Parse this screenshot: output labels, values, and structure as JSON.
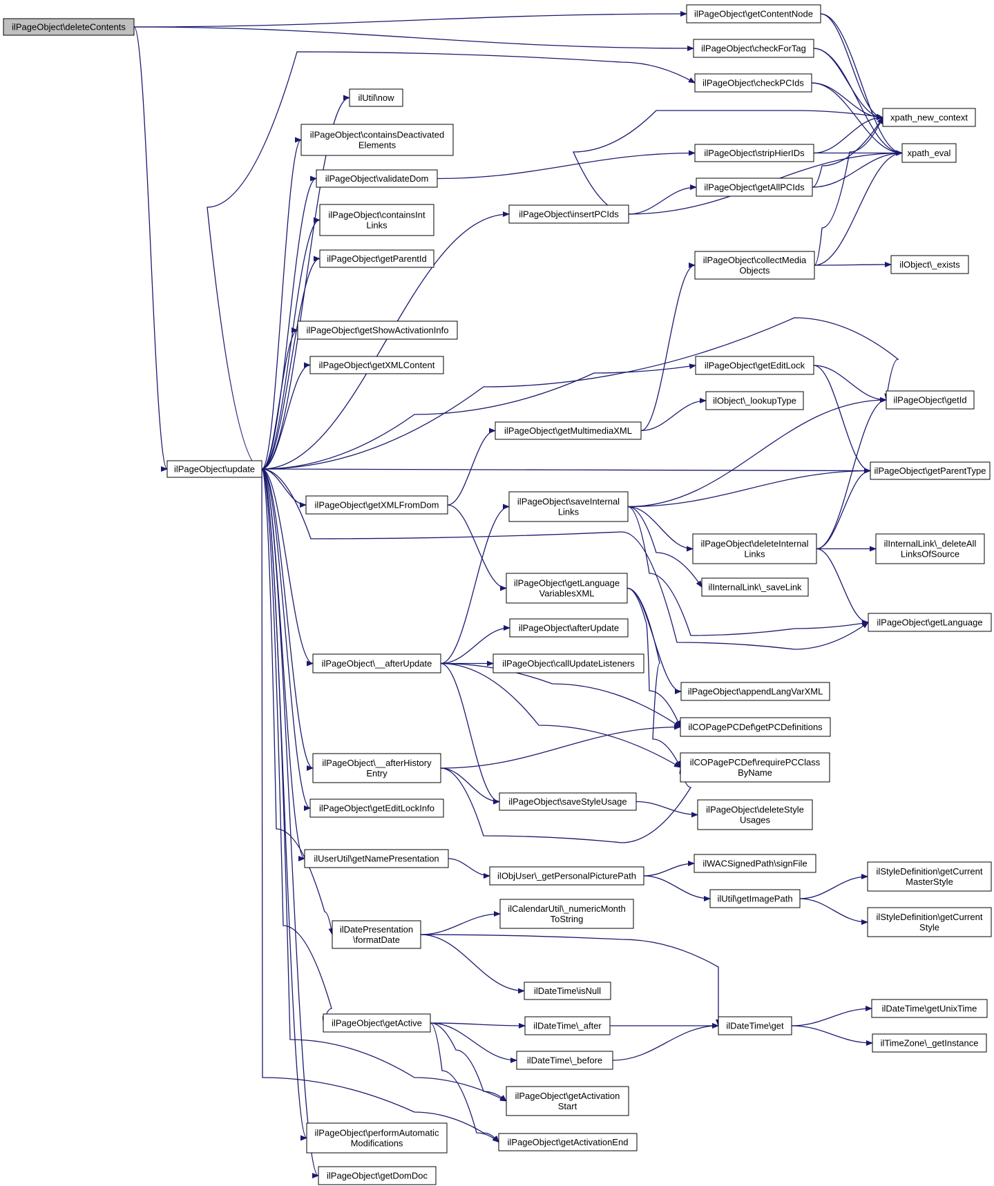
{
  "graph": {
    "edge_color": "#191970",
    "root_fill": "#bfbfbf",
    "node_fill": "#ffffff",
    "nodes": {
      "deleteContents": [
        "ilPageObject\\deleteContents"
      ],
      "update": [
        "ilPageObject\\update"
      ],
      "getContentNode": [
        "ilPageObject\\getContentNode"
      ],
      "checkForTag": [
        "ilPageObject\\checkForTag"
      ],
      "checkPCIds": [
        "ilPageObject\\checkPCIds"
      ],
      "now": [
        "ilUtil\\now"
      ],
      "containsDeactivated": [
        "ilPageObject\\containsDeactivated",
        "Elements"
      ],
      "validateDom": [
        "ilPageObject\\validateDom"
      ],
      "containsInt": [
        "ilPageObject\\containsInt",
        "Links"
      ],
      "getParentId": [
        "ilPageObject\\getParentId"
      ],
      "getShowActivationInfo": [
        "ilPageObject\\getShowActivationInfo"
      ],
      "getXMLContent": [
        "ilPageObject\\getXMLContent"
      ],
      "getXMLFromDom": [
        "ilPageObject\\getXMLFromDom"
      ],
      "afterUpdate": [
        "ilPageObject\\__afterUpdate"
      ],
      "afterHistory": [
        "ilPageObject\\__afterHistory",
        "Entry"
      ],
      "getEditLockInfo": [
        "ilPageObject\\getEditLockInfo"
      ],
      "getNamePresentation": [
        "ilUserUtil\\getNamePresentation"
      ],
      "formatDate": [
        "ilDatePresentation",
        "\\formatDate"
      ],
      "getActive": [
        "ilPageObject\\getActive"
      ],
      "performAuto": [
        "ilPageObject\\performAutomatic",
        "Modifications"
      ],
      "getDomDoc": [
        "ilPageObject\\getDomDoc"
      ],
      "insertPCIds": [
        "ilPageObject\\insertPCIds"
      ],
      "getMultimediaXML": [
        "ilPageObject\\getMultimediaXML"
      ],
      "saveInternalLinks": [
        "ilPageObject\\saveInternal",
        "Links"
      ],
      "getLangVarsXML": [
        "ilPageObject\\getLanguage",
        "VariablesXML"
      ],
      "afterUpdatePub": [
        "ilPageObject\\afterUpdate"
      ],
      "callUpdateListeners": [
        "ilPageObject\\callUpdateListeners"
      ],
      "saveStyleUsage": [
        "ilPageObject\\saveStyleUsage"
      ],
      "getPersonalPicturePath": [
        "ilObjUser\\_getPersonalPicturePath"
      ],
      "numericMonth": [
        "ilCalendarUtil\\_numericMonth",
        "ToString"
      ],
      "isNull": [
        "ilDateTime\\isNull"
      ],
      "after": [
        "ilDateTime\\_after"
      ],
      "before": [
        "ilDateTime\\_before"
      ],
      "getActivationStart": [
        "ilPageObject\\getActivation",
        "Start"
      ],
      "getActivationEnd": [
        "ilPageObject\\getActivationEnd"
      ],
      "stripHierIDs": [
        "ilPageObject\\stripHierIDs"
      ],
      "getAllPCIds": [
        "ilPageObject\\getAllPCIds"
      ],
      "collectMedia": [
        "ilPageObject\\collectMedia",
        "Objects"
      ],
      "getEditLock": [
        "ilPageObject\\getEditLock"
      ],
      "lookupType": [
        "ilObject\\_lookupType"
      ],
      "deleteInternalLinks": [
        "ilPageObject\\deleteInternal",
        "Links"
      ],
      "saveLink": [
        "ilInternalLink\\_saveLink"
      ],
      "appendLangVarXML": [
        "ilPageObject\\appendLangVarXML"
      ],
      "getPCDefinitions": [
        "ilCOPagePCDef\\getPCDefinitions"
      ],
      "requirePCClass": [
        "ilCOPagePCDef\\requirePCClass",
        "ByName"
      ],
      "deleteStyleUsages": [
        "ilPageObject\\deleteStyle",
        "Usages"
      ],
      "signFile": [
        "ilWACSignedPath\\signFile"
      ],
      "getImagePath": [
        "ilUtil\\getImagePath"
      ],
      "dtGet": [
        "ilDateTime\\get"
      ],
      "xpathNewContext": [
        "xpath_new_context"
      ],
      "xpathEval": [
        "xpath_eval"
      ],
      "exists": [
        "ilObject\\_exists"
      ],
      "getId": [
        "ilPageObject\\getId"
      ],
      "getParentType": [
        "ilPageObject\\getParentType"
      ],
      "deleteAllLinks": [
        "ilInternalLink\\_deleteAll",
        "LinksOfSource"
      ],
      "getLanguage": [
        "ilPageObject\\getLanguage"
      ],
      "currentMasterStyle": [
        "ilStyleDefinition\\getCurrent",
        "MasterStyle"
      ],
      "currentStyle": [
        "ilStyleDefinition\\getCurrent",
        "Style"
      ],
      "getUnixTime": [
        "ilDateTime\\getUnixTime"
      ],
      "getInstance": [
        "ilTimeZone\\_getInstance"
      ]
    },
    "edges": [
      [
        "deleteContents",
        "getContentNode"
      ],
      [
        "deleteContents",
        "checkForTag"
      ],
      [
        "deleteContents",
        "update"
      ],
      [
        "update",
        "now"
      ],
      [
        "update",
        "containsDeactivated"
      ],
      [
        "update",
        "validateDom"
      ],
      [
        "update",
        "containsInt"
      ],
      [
        "update",
        "getParentId"
      ],
      [
        "update",
        "getShowActivationInfo"
      ],
      [
        "update",
        "getXMLContent"
      ],
      [
        "update",
        "getXMLFromDom"
      ],
      [
        "update",
        "afterUpdate"
      ],
      [
        "update",
        "afterHistory"
      ],
      [
        "update",
        "getEditLockInfo"
      ],
      [
        "update",
        "getNamePresentation"
      ],
      [
        "update",
        "formatDate"
      ],
      [
        "update",
        "getActive"
      ],
      [
        "update",
        "performAuto"
      ],
      [
        "update",
        "getDomDoc"
      ],
      [
        "update",
        "checkPCIds"
      ],
      [
        "update",
        "insertPCIds"
      ],
      [
        "update",
        "getEditLock"
      ],
      [
        "update",
        "getId"
      ],
      [
        "update",
        "getParentType"
      ],
      [
        "update",
        "getLanguage"
      ],
      [
        "update",
        "getActivationStart"
      ],
      [
        "update",
        "getActivationEnd"
      ],
      [
        "getContentNode",
        "xpathNewContext"
      ],
      [
        "getContentNode",
        "xpathEval"
      ],
      [
        "checkForTag",
        "xpathNewContext"
      ],
      [
        "checkForTag",
        "xpathEval"
      ],
      [
        "checkPCIds",
        "xpathNewContext"
      ],
      [
        "checkPCIds",
        "xpathEval"
      ],
      [
        "validateDom",
        "stripHierIDs"
      ],
      [
        "stripHierIDs",
        "xpathNewContext"
      ],
      [
        "stripHierIDs",
        "xpathEval"
      ],
      [
        "getAllPCIds",
        "xpathNewContext"
      ],
      [
        "getAllPCIds",
        "xpathEval"
      ],
      [
        "insertPCIds",
        "xpathNewContext"
      ],
      [
        "insertPCIds",
        "getAllPCIds"
      ],
      [
        "insertPCIds",
        "xpathEval"
      ],
      [
        "collectMedia",
        "xpathNewContext"
      ],
      [
        "collectMedia",
        "xpathEval"
      ],
      [
        "collectMedia",
        "exists"
      ],
      [
        "getEditLock",
        "getId"
      ],
      [
        "getEditLock",
        "getParentType"
      ],
      [
        "getMultimediaXML",
        "collectMedia"
      ],
      [
        "getMultimediaXML",
        "lookupType"
      ],
      [
        "getXMLFromDom",
        "getMultimediaXML"
      ],
      [
        "getXMLFromDom",
        "getLangVarsXML"
      ],
      [
        "saveInternalLinks",
        "getId"
      ],
      [
        "saveInternalLinks",
        "getParentType"
      ],
      [
        "saveInternalLinks",
        "deleteInternalLinks"
      ],
      [
        "saveInternalLinks",
        "saveLink"
      ],
      [
        "saveInternalLinks",
        "getLanguage"
      ],
      [
        "deleteInternalLinks",
        "getId"
      ],
      [
        "deleteInternalLinks",
        "getParentType"
      ],
      [
        "deleteInternalLinks",
        "deleteAllLinks"
      ],
      [
        "deleteInternalLinks",
        "getLanguage"
      ],
      [
        "getLangVarsXML",
        "appendLangVarXML"
      ],
      [
        "getLangVarsXML",
        "getPCDefinitions"
      ],
      [
        "getLangVarsXML",
        "requirePCClass"
      ],
      [
        "afterUpdate",
        "saveInternalLinks"
      ],
      [
        "afterUpdate",
        "afterUpdatePub"
      ],
      [
        "afterUpdate",
        "callUpdateListeners"
      ],
      [
        "afterUpdate",
        "getPCDefinitions"
      ],
      [
        "afterUpdate",
        "requirePCClass"
      ],
      [
        "afterUpdate",
        "saveStyleUsage"
      ],
      [
        "afterHistory",
        "getPCDefinitions"
      ],
      [
        "afterHistory",
        "saveStyleUsage"
      ],
      [
        "afterHistory",
        "requirePCClass"
      ],
      [
        "saveStyleUsage",
        "deleteStyleUsages"
      ],
      [
        "getNamePresentation",
        "getPersonalPicturePath"
      ],
      [
        "getPersonalPicturePath",
        "signFile"
      ],
      [
        "getPersonalPicturePath",
        "getImagePath"
      ],
      [
        "getImagePath",
        "currentMasterStyle"
      ],
      [
        "getImagePath",
        "currentStyle"
      ],
      [
        "formatDate",
        "numericMonth"
      ],
      [
        "formatDate",
        "isNull"
      ],
      [
        "formatDate",
        "dtGet"
      ],
      [
        "getActive",
        "after"
      ],
      [
        "getActive",
        "before"
      ],
      [
        "getActive",
        "getActivationStart"
      ],
      [
        "getActive",
        "getActivationEnd"
      ],
      [
        "after",
        "dtGet"
      ],
      [
        "before",
        "dtGet"
      ],
      [
        "dtGet",
        "getUnixTime"
      ],
      [
        "dtGet",
        "getInstance"
      ]
    ]
  }
}
